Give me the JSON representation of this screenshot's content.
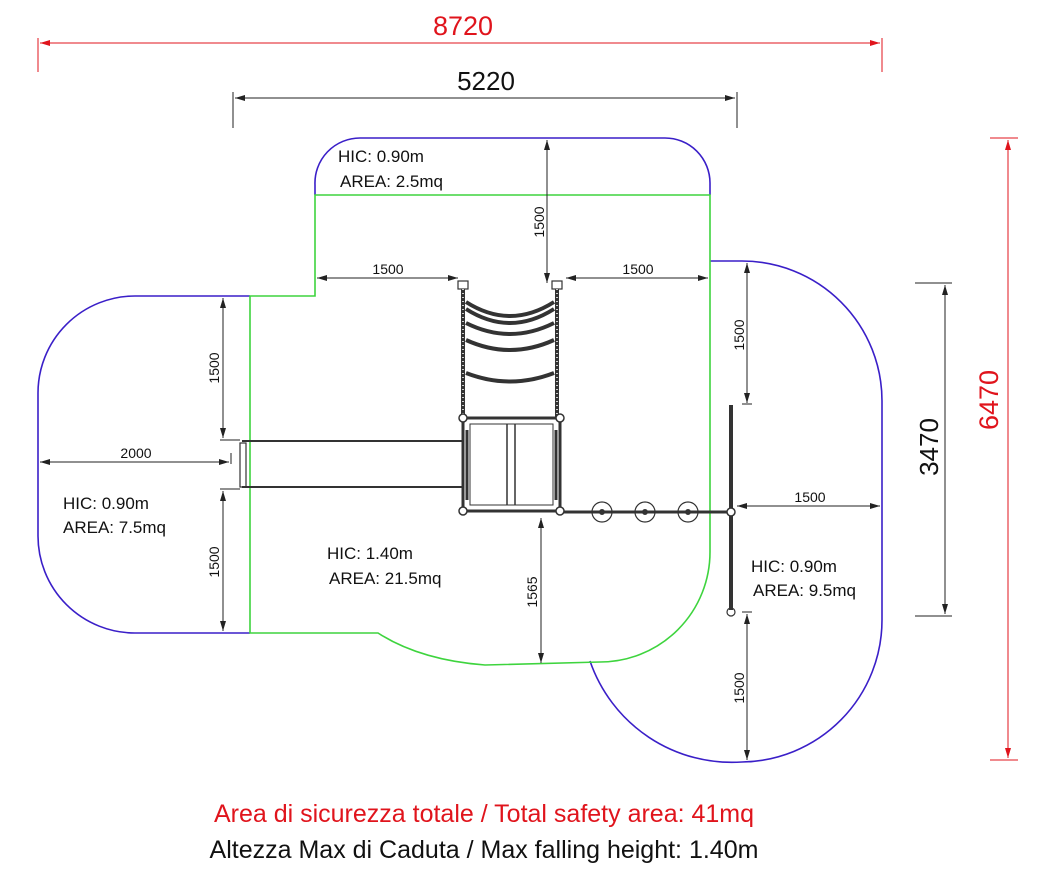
{
  "colors": {
    "red": "#e0141c",
    "blue": "#3a1fc8",
    "green": "#3ed43e",
    "black": "#111111"
  },
  "overall": {
    "width": "8720",
    "height": "6470",
    "structure_width": "5220",
    "structure_depth": "3470"
  },
  "dimensions": [
    "1500",
    "1500",
    "1500",
    "1500",
    "1500",
    "2000",
    "1500",
    "1565",
    "1500",
    "1500"
  ],
  "zones": [
    {
      "hic": "HIC: 0.90m",
      "area": "AREA: 2.5mq"
    },
    {
      "hic": "HIC: 0.90m",
      "area": "AREA: 7.5mq"
    },
    {
      "hic": "HIC: 1.40m",
      "area": "AREA: 21.5mq"
    },
    {
      "hic": "HIC: 0.90m",
      "area": "AREA: 9.5mq"
    }
  ],
  "footer": {
    "total_area": "Area di sicurezza totale / Total safety area: 41mq",
    "max_height": "Altezza Max di Caduta / Max falling height: 1.40m"
  }
}
